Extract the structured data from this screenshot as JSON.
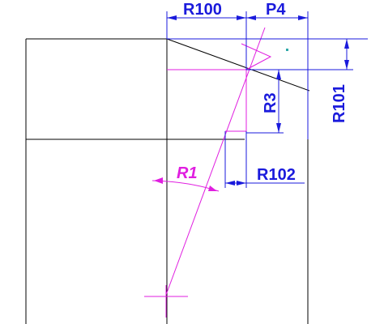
{
  "drawing": {
    "labels": {
      "r100": "R100",
      "p4": "P4",
      "r101": "R101",
      "r3": "R3",
      "r102": "R102",
      "r1": "R1"
    },
    "colors": {
      "background": "#ffffff",
      "geometry": "#000000",
      "dimension": "#1a1adc",
      "construction": "#e01ee0",
      "marker": "#2ea8a8"
    }
  }
}
